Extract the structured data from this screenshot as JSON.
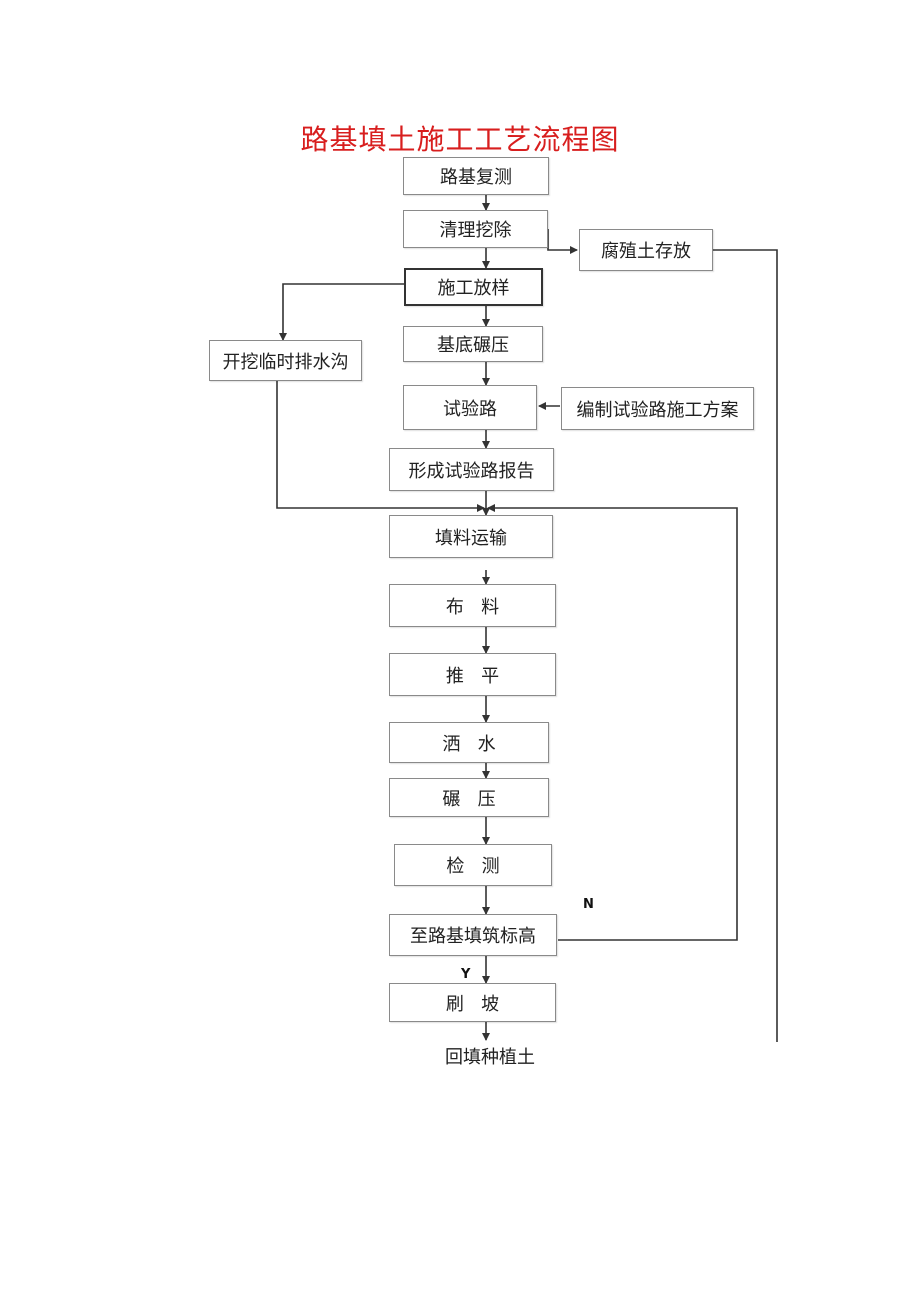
{
  "title": "路基填土施工工艺流程图",
  "steps": {
    "survey": "路基复测",
    "clear": "清理挖除",
    "topsoil_storage": "腐殖土存放",
    "layout": "施工放样",
    "drain": "开挖临时排水沟",
    "compact_base": "基底碾压",
    "trial": "试验路",
    "trial_plan": "编制试验路施工方案",
    "trial_report": "形成试验路报告",
    "transport": "填料运输",
    "spread": "布   料",
    "level": "推   平",
    "water": "洒   水",
    "roll": "碾   压",
    "inspect": "检   测",
    "elevation": "至路基填筑标高",
    "slope": "刷   坡"
  },
  "labels": {
    "no": "N",
    "yes": "Y"
  },
  "end": "回填种植土"
}
